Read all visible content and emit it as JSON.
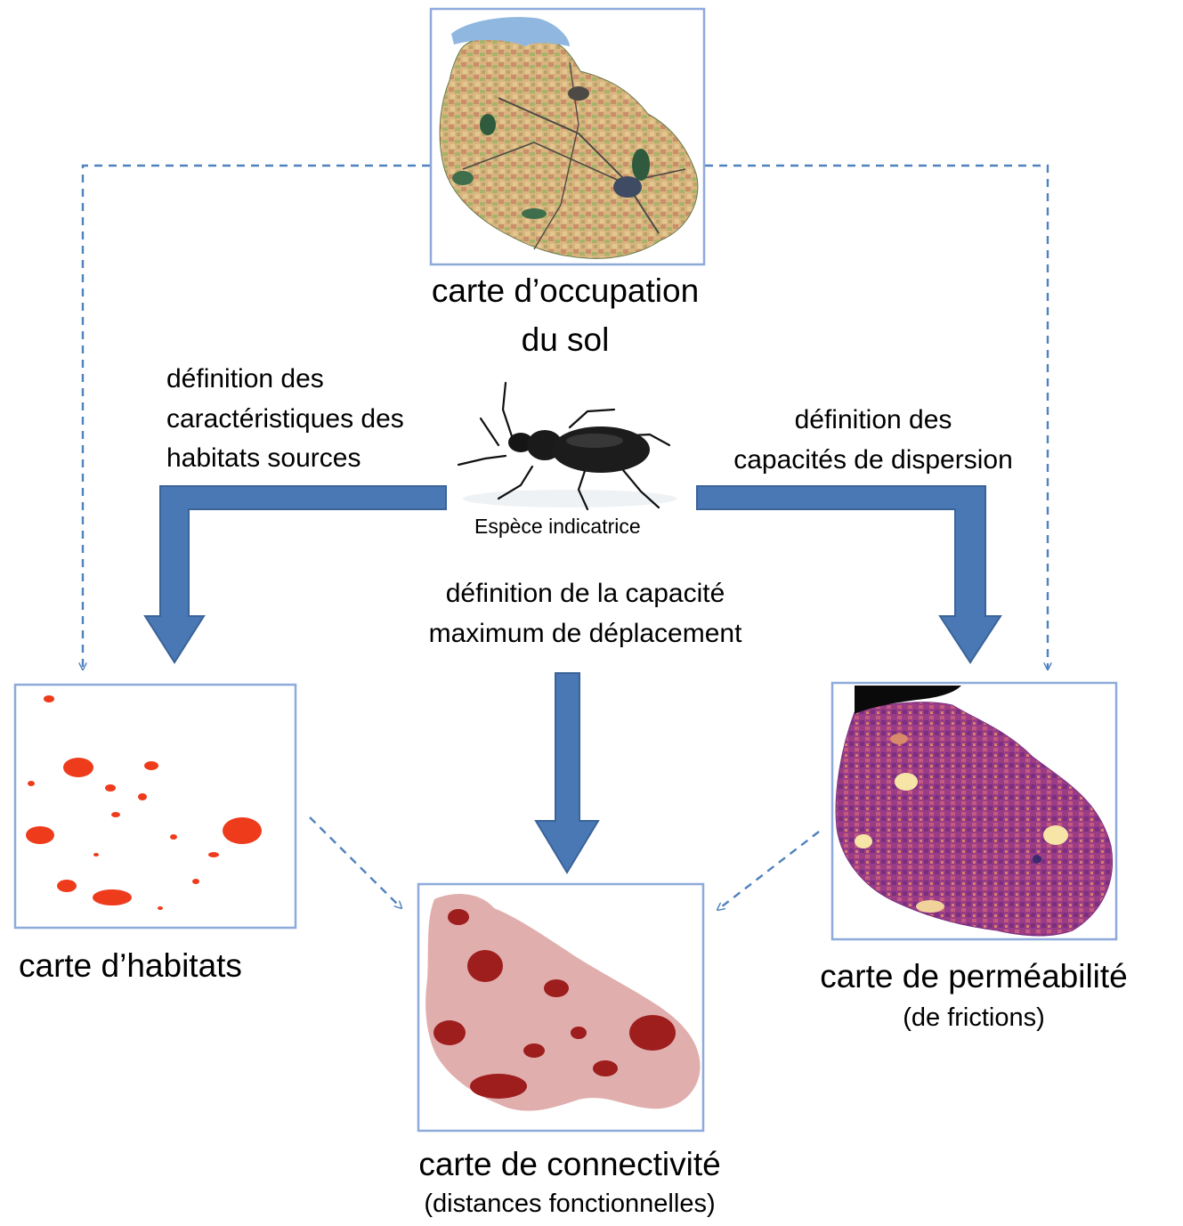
{
  "nodes": {
    "land_use": {
      "title_line1": "carte d’occupation",
      "title_line2": "du sol"
    },
    "habitats": {
      "title": "carte d’habitats"
    },
    "permeability": {
      "title": "carte de perméabilité",
      "subtitle": "(de frictions)"
    },
    "connectivity": {
      "title": "carte de connectivité",
      "subtitle": "(distances fonctionnelles)"
    }
  },
  "edges": {
    "left": {
      "line1": "définition des",
      "line2": "caractéristiques des",
      "line3": "habitats sources"
    },
    "right": {
      "line1": "définition des",
      "line2": "capacités de dispersion"
    },
    "center": {
      "line1": "définition de la capacité",
      "line2": "maximum de déplacement"
    }
  },
  "species": {
    "caption": "Espèce indicatrice",
    "icon": "beetle-icon"
  },
  "colors": {
    "frame": "#8eaadb",
    "arrow_fill": "#4a78b5",
    "arrow_stroke": "#3a6398",
    "dashed": "#4f81bd",
    "land_use_base": "#d4b483",
    "habitat_patch": "#ee3b1c",
    "connectivity_patch": "#9e1d1d",
    "permeability_base": "#9b3a86"
  }
}
